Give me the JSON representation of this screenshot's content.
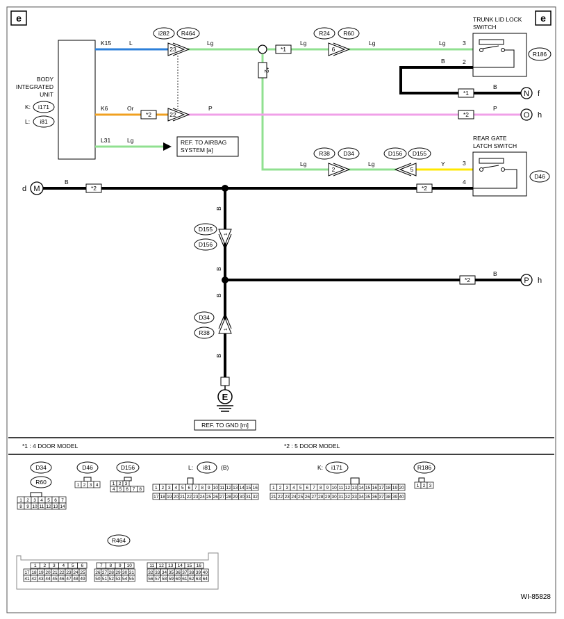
{
  "page_refs": {
    "left": "e",
    "right": "e"
  },
  "body_unit": {
    "name_lines": [
      "BODY",
      "INTEGRATED",
      "UNIT"
    ],
    "k_label": "K:",
    "k_conn": "i171",
    "l_label": "L:",
    "l_conn": "i81"
  },
  "wires": {
    "k15_pin": "K15",
    "k15_color": "L",
    "k6_pin": "K6",
    "k6_color": "Or",
    "l31_pin": "L31",
    "l31_color": "Lg",
    "lg_a": "Lg",
    "lg_b": "Lg",
    "lg_c": "Lg",
    "lg_d": "Lg",
    "lg_e": "Lg",
    "lg_f": "Lg",
    "b_trunk2": "B",
    "b_f": "B",
    "p_top": "P",
    "p_h": "P",
    "y_rear": "Y",
    "b_d": "B",
    "b_p": "B",
    "vb1": "B",
    "vb2": "B",
    "vb3": "B",
    "vb4": "B"
  },
  "joint_top": {
    "conn_a": "i282",
    "conn_b": "R464",
    "pin_a": "23",
    "pin_b": "22"
  },
  "conn_r24": {
    "a": "R24",
    "b": "R60",
    "pin": "6"
  },
  "conn_r38": {
    "a": "R38",
    "b": "D34",
    "pin": "2"
  },
  "conn_d156": {
    "a": "D156",
    "b": "D155",
    "pin": "5"
  },
  "conn_d155v": {
    "a": "D155",
    "b": "D156",
    "pin": "1"
  },
  "conn_d34v": {
    "a": "D34",
    "b": "R38",
    "pin": "1"
  },
  "airbag_ref": {
    "line1": "REF. TO AIRBAG",
    "line2": "SYSTEM [a]"
  },
  "gnd_ref": "REF. TO GND [m]",
  "ground_letter": "E",
  "trunk_switch": {
    "line1": "TRUNK LID LOCK",
    "line2": "SWITCH",
    "conn": "R186",
    "pin3": "3",
    "pin2": "2"
  },
  "rear_switch": {
    "line1": "REAR GATE",
    "line2": "LATCH SWITCH",
    "conn": "D46",
    "pin3": "3",
    "pin4": "4"
  },
  "terminals": {
    "f_letter": "N",
    "f_label": "f",
    "h1_letter": "O",
    "h1_label": "h",
    "d_letter": "M",
    "d_label": "d",
    "p_letter": "P",
    "p_label": "h"
  },
  "stars": {
    "s1": "*1",
    "s2": "*2"
  },
  "legend": {
    "note1": "*1 : 4 DOOR MODEL",
    "note2": "*2 : 5 DOOR MODEL"
  },
  "connectors": {
    "d34": "D34",
    "r60": "R60",
    "d46": "D46",
    "d156": "D156",
    "l_prefix": "L:",
    "i81": "i81",
    "i81_suffix": "(B)",
    "k_prefix": "K:",
    "i171": "i171",
    "r186": "R186",
    "r464": "R464"
  },
  "pins": {
    "d34_top": [
      "1",
      "2",
      "3",
      "4",
      "5",
      "6",
      "7"
    ],
    "d34_bot": [
      "8",
      "9",
      "10",
      "11",
      "12",
      "13",
      "14"
    ],
    "d46": [
      "1",
      "2",
      "3",
      "4"
    ],
    "d156_top": [
      "1",
      "2",
      "3"
    ],
    "d156_bot": [
      "4",
      "5",
      "6",
      "7",
      "8"
    ],
    "i81_top": [
      "1",
      "2",
      "3",
      "4",
      "5",
      "6",
      "7",
      "8",
      "9",
      "10",
      "11",
      "12",
      "13",
      "14",
      "15",
      "16"
    ],
    "i81_bot": [
      "17",
      "18",
      "19",
      "20",
      "21",
      "22",
      "23",
      "24",
      "25",
      "26",
      "27",
      "28",
      "29",
      "30",
      "31",
      "32"
    ],
    "i171_top": [
      "1",
      "2",
      "3",
      "4",
      "5",
      "6",
      "7",
      "8",
      "9",
      "10",
      "11",
      "12",
      "13",
      "14",
      "15",
      "16",
      "17",
      "18",
      "19",
      "20"
    ],
    "i171_bot": [
      "21",
      "22",
      "23",
      "24",
      "25",
      "26",
      "27",
      "28",
      "29",
      "30",
      "31",
      "32",
      "33",
      "34",
      "35",
      "36",
      "37",
      "38",
      "39",
      "40"
    ],
    "r186": [
      "1",
      "2",
      "3"
    ],
    "r464_a_top": [
      "1",
      "2",
      "3",
      "4",
      "5",
      "6"
    ],
    "r464_a_mid": [
      "17",
      "18",
      "19",
      "20",
      "21",
      "22",
      "23",
      "24",
      "25"
    ],
    "r464_a_bot": [
      "41",
      "42",
      "43",
      "44",
      "45",
      "46",
      "47",
      "48",
      "49"
    ],
    "r464_b_top": [
      "7",
      "8",
      "9",
      "10"
    ],
    "r464_b_mid": [
      "26",
      "27",
      "28",
      "29",
      "30",
      "31"
    ],
    "r464_b_bot": [
      "50",
      "51",
      "52",
      "53",
      "54",
      "55"
    ],
    "r464_c_top": [
      "11",
      "12",
      "13",
      "14",
      "15",
      "16"
    ],
    "r464_c_mid": [
      "32",
      "33",
      "34",
      "35",
      "36",
      "37",
      "38",
      "39",
      "40"
    ],
    "r464_c_bot": [
      "56",
      "57",
      "58",
      "59",
      "60",
      "61",
      "62",
      "63",
      "64"
    ]
  },
  "figure_id": "WI-85828",
  "colors": {
    "blue": "#2c7fd9",
    "orange": "#f0a020",
    "pink": "#f0a0e8",
    "green": "#90e090",
    "yellow": "#ffe800"
  }
}
